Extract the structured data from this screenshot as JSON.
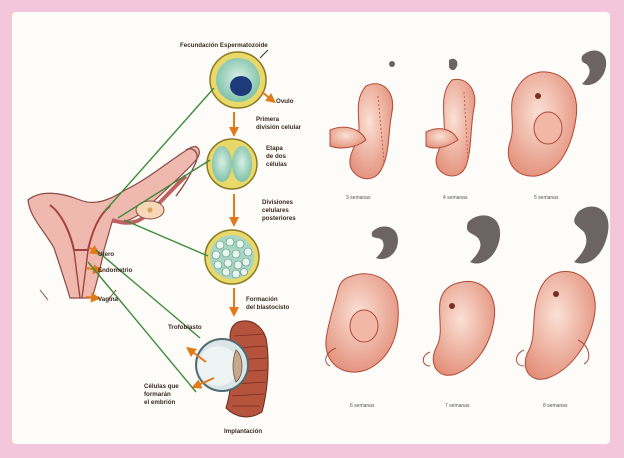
{
  "diagram": {
    "steps": {
      "fertilization": "Fecundación Espermatozoide",
      "ovum": "Ovulo",
      "first_division": [
        "Primera",
        "división celular"
      ],
      "two_cells": [
        "Etapa",
        "de dos",
        "células"
      ],
      "divisions": [
        "Divisiones",
        "celulares",
        "posteriores"
      ],
      "blastocyst": [
        "Formación",
        "del blastocisto"
      ],
      "trophoblast": "Trofoblasto",
      "embryo_cells": [
        "Células que",
        "formarán",
        "el embrión"
      ],
      "implantation": "Implantación"
    },
    "anatomy": {
      "uterus": "Utero",
      "endometrium": "Endometrio",
      "vagina": "Vagina"
    },
    "embryo_weeks": [
      "3 semanas",
      "4 semanas",
      "5 semanas",
      "6 semanas",
      "7 semanas",
      "8 semanas"
    ],
    "colors": {
      "background": "#f4c6dc",
      "panel": "#fdfcf8",
      "cell_ring": "#c9b53a",
      "arrow": "#e07a1a",
      "line": "#3e8a3a",
      "embryo": "#e8a08c",
      "silhouette": "#6b6462"
    }
  }
}
